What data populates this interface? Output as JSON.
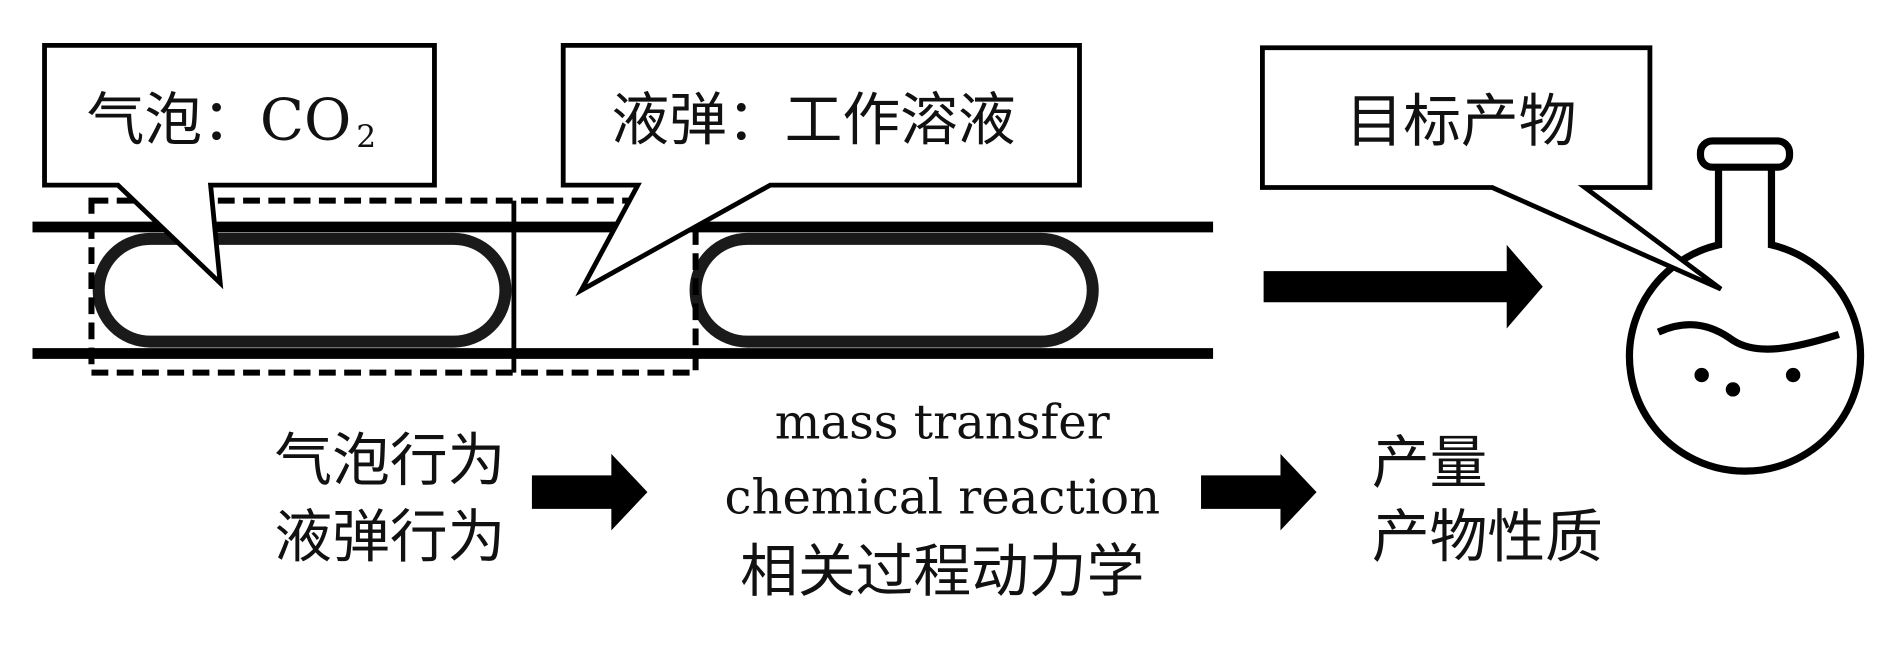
{
  "callouts": {
    "bubble": {
      "label": "气泡：CO",
      "sub": "2"
    },
    "slug": {
      "label": "液弹：工作溶液"
    },
    "product": {
      "label": "目标产物"
    }
  },
  "flow": {
    "left": [
      "气泡行为",
      "液弹行为"
    ],
    "middle": [
      "mass transfer",
      "chemical reaction",
      "相关过程动力学"
    ],
    "right": [
      "产量",
      "产物性质"
    ]
  }
}
